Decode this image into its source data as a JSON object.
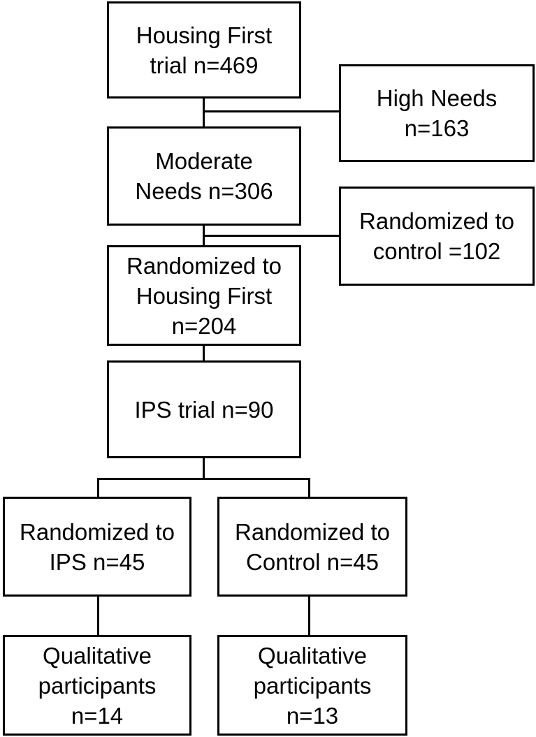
{
  "boxes": {
    "housing_first_trial": {
      "lines": [
        "Housing First",
        "trial n=469"
      ]
    },
    "high_needs": {
      "lines": [
        "High Needs",
        "n=163"
      ]
    },
    "moderate_needs": {
      "lines": [
        "Moderate",
        "Needs n=306"
      ]
    },
    "randomized_control": {
      "lines": [
        "Randomized to",
        "control =102"
      ]
    },
    "randomized_housing_first": {
      "lines": [
        "Randomized to",
        "Housing First",
        "n=204"
      ]
    },
    "ips_trial": {
      "lines": [
        "IPS trial n=90"
      ]
    },
    "randomized_ips": {
      "lines": [
        "Randomized to",
        "IPS n=45"
      ]
    },
    "randomized_control_ips": {
      "lines": [
        "Randomized to",
        "Control n=45"
      ]
    },
    "qualitative_ips": {
      "lines": [
        "Qualitative",
        "participants",
        "n=14"
      ]
    },
    "qualitative_control": {
      "lines": [
        "Qualitative",
        "participants",
        "n=13"
      ]
    }
  }
}
